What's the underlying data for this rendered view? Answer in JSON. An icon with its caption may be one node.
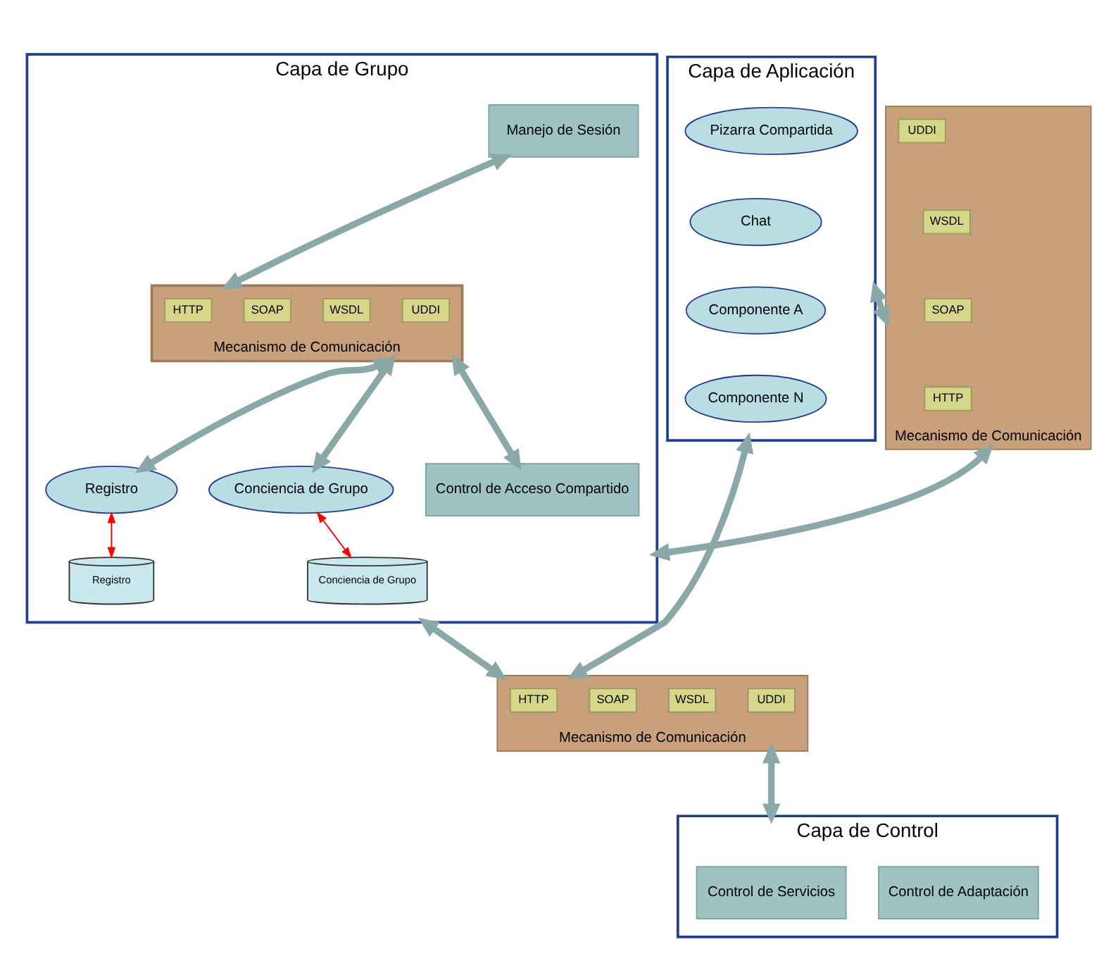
{
  "diagram": {
    "nodes": [
      {
        "text": [
          "Capa de Grupo"
        ]
      },
      {
        "text": [
          "Manejo de Sesión"
        ],
        "in": 0
      },
      {
        "text": [
          "Mecanismo de Comunicación"
        ],
        "in": 0
      },
      {
        "text": [
          "HTTP"
        ],
        "in": 2
      },
      {
        "text": [
          "SOAP"
        ],
        "in": 2
      },
      {
        "text": [
          "WSDL"
        ],
        "in": 2
      },
      {
        "text": [
          "UDDI"
        ],
        "in": 2
      },
      {
        "text": [
          "Registro"
        ],
        "in": 0
      },
      {
        "text": [
          "Conciencia de Grupo"
        ],
        "in": 0
      },
      {
        "text": [
          "Control de Acceso Compartido"
        ],
        "in": 0
      },
      {
        "text": [
          "Registro"
        ],
        "in": 0
      },
      {
        "text": [
          "Conciencia de Grupo"
        ],
        "in": 0
      },
      {
        "text": [
          "Mecanismo de Comunicación"
        ]
      },
      {
        "text": [
          "UDDI"
        ],
        "in": 12
      },
      {
        "text": [
          "WSDL"
        ],
        "in": 12
      },
      {
        "text": [
          "SOAP"
        ],
        "in": 12
      },
      {
        "text": [
          "HTTP"
        ],
        "in": 12
      },
      {
        "text": [
          "Capa de Aplicación"
        ]
      },
      {
        "text": [
          "Pizarra Compartida"
        ],
        "in": 17
      },
      {
        "text": [
          "Chat"
        ],
        "in": 17
      },
      {
        "text": [
          "Componente A"
        ],
        "in": 17
      },
      {
        "text": [
          "Componente N"
        ],
        "in": 17
      },
      {
        "text": [
          "Mecanismo de Comunicación"
        ]
      },
      {
        "text": [
          "HTTP"
        ],
        "in": 22
      },
      {
        "text": [
          "SOAP"
        ],
        "in": 22
      },
      {
        "text": [
          "WSDL"
        ],
        "in": 22
      },
      {
        "text": [
          "UDDI"
        ],
        "in": 22
      },
      {
        "text": [
          "Capa de Control"
        ]
      },
      {
        "text": [
          "Control de Servicios"
        ],
        "in": 27
      },
      {
        "text": [
          "Control de Adaptación"
        ],
        "in": 27
      }
    ],
    "edges": [
      {
        "from": 1,
        "to": 2,
        "arrow": "both"
      },
      {
        "from": 2,
        "to": 7,
        "arrow": "both"
      },
      {
        "from": 2,
        "to": 8,
        "arrow": "both"
      },
      {
        "from": 2,
        "to": 9,
        "arrow": "both"
      },
      {
        "from": 7,
        "to": 10,
        "arrow": "both",
        "color": "#ff0000"
      },
      {
        "from": 8,
        "to": 11,
        "arrow": "both",
        "color": "#ff0000"
      },
      {
        "from": 0,
        "to": 12,
        "arrow": "both"
      },
      {
        "from": 12,
        "to": 17,
        "arrow": "both"
      },
      {
        "from": 0,
        "to": 22,
        "arrow": "both"
      },
      {
        "from": 17,
        "to": 22,
        "arrow": "both"
      },
      {
        "from": 22,
        "to": 27,
        "arrow": "both"
      }
    ]
  }
}
